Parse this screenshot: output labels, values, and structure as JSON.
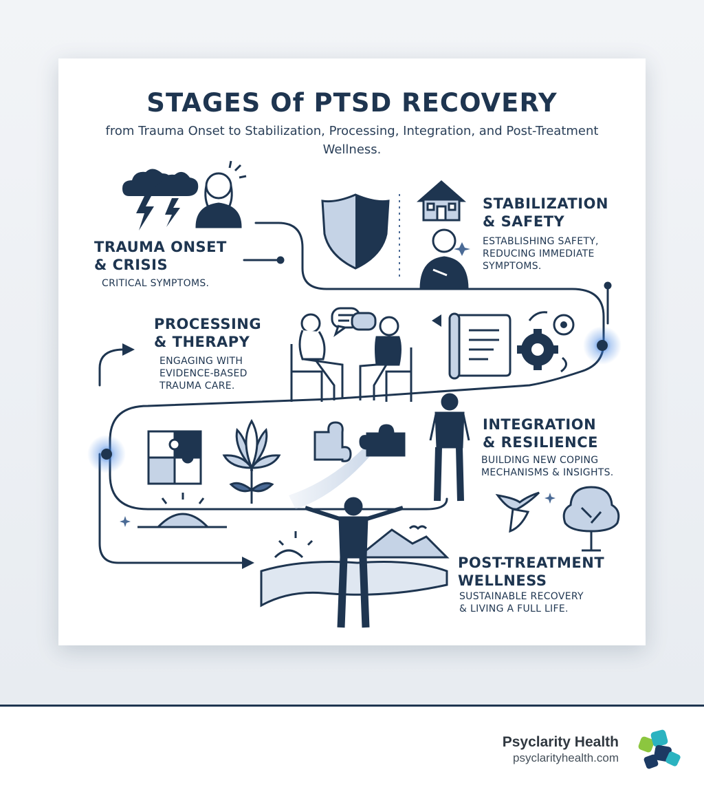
{
  "title": "STAGES Of PTSD RECOVERY",
  "subtitle": "from Trauma Onset to Stabilization, Processing, Integration, and Post-Treatment Wellness.",
  "stages": [
    {
      "title": "TRAUMA ONSET\n& CRISIS",
      "desc": "CRITICAL SYMPTOMS."
    },
    {
      "title": "STABILIZATION\n& SAFETY",
      "desc": "ESTABLISHING SAFETY,\nREDUCING IMMEDIATE\nSYMPTOMS."
    },
    {
      "title": "PROCESSING\n& THERAPY",
      "desc": "ENGAGING WITH\nEVIDENCE-BASED\nTRAUMA CARE."
    },
    {
      "title": "INTEGRATION\n& RESILIENCE",
      "desc": "BUILDING NEW COPING\nMECHANISMS & INSIGHTS."
    },
    {
      "title": "POST-TREATMENT\nWELLNESS",
      "desc": "SUSTAINABLE RECOVERY\n& LIVING A FULL LIFE."
    }
  ],
  "icons": [
    "storm-cloud-icon",
    "distressed-person-icon",
    "shield-icon",
    "house-icon",
    "calm-person-icon",
    "therapy-session-icon",
    "speech-bubbles-icon",
    "document-scroll-icon",
    "gears-icon",
    "puzzle-icon",
    "lotus-icon",
    "puzzle-piece-icon",
    "standing-person-icon",
    "bird-icon",
    "tree-icon",
    "sunrise-icon",
    "person-open-arms-icon",
    "logo-icon"
  ],
  "colors": {
    "navy": "#1e3550",
    "mid_blue": "#4a6a95",
    "light_blue": "#c5d3e6",
    "glow": "#3a7ee0",
    "logo_green": "#8cc63f",
    "logo_teal": "#2bb3c0",
    "logo_navy": "#1c3a63"
  },
  "footer": {
    "brand": "Psyclarity Health",
    "url": "psyclarityhealth.com"
  }
}
